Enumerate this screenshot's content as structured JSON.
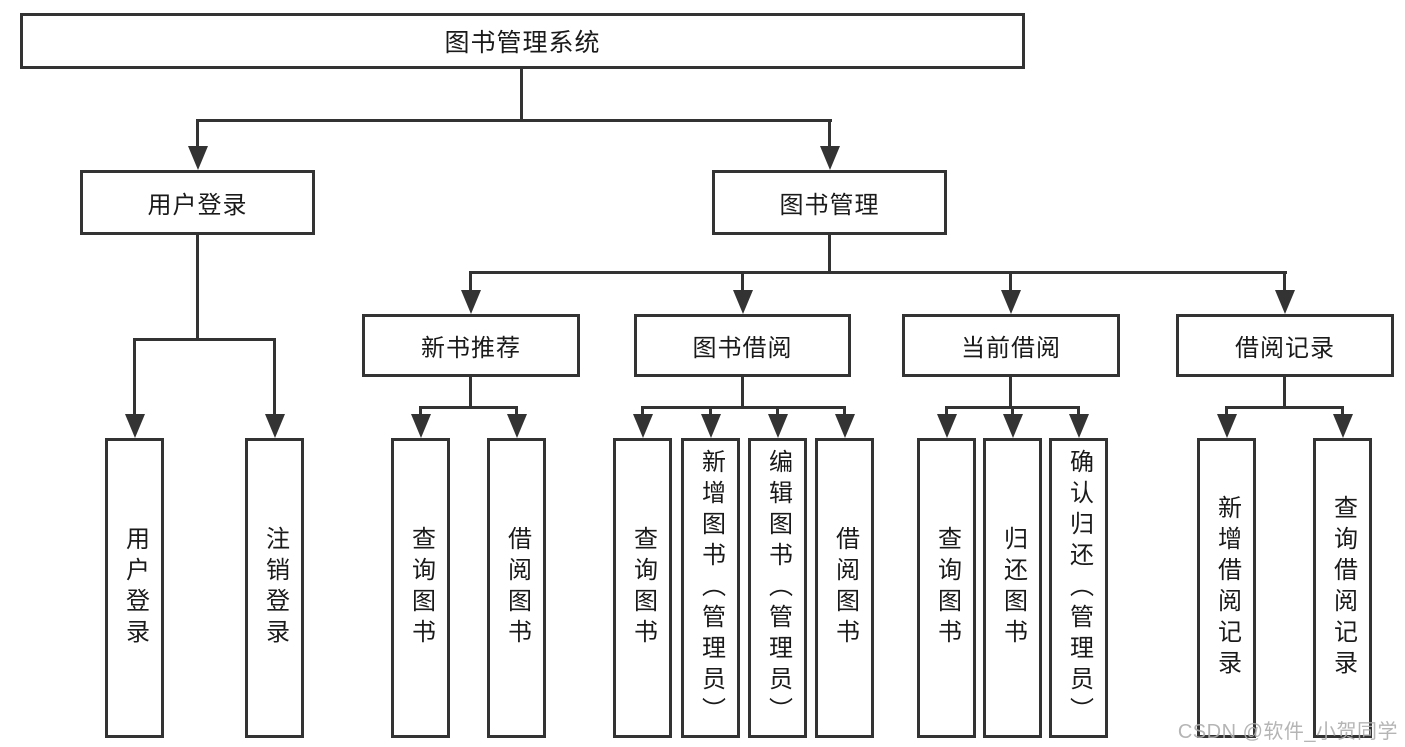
{
  "tree": {
    "root": {
      "label": "图书管理系统",
      "children": [
        {
          "label": "用户登录",
          "children": [
            {
              "label": "用户登录"
            },
            {
              "label": "注销登录"
            }
          ]
        },
        {
          "label": "图书管理",
          "children": [
            {
              "label": "新书推荐",
              "children": [
                {
                  "label": "查询图书"
                },
                {
                  "label": "借阅图书"
                }
              ]
            },
            {
              "label": "图书借阅",
              "children": [
                {
                  "label": "查询图书"
                },
                {
                  "label": "新增图书（管理员）"
                },
                {
                  "label": "编辑图书（管理员）"
                },
                {
                  "label": "借阅图书"
                }
              ]
            },
            {
              "label": "当前借阅",
              "children": [
                {
                  "label": "查询图书"
                },
                {
                  "label": "归还图书"
                },
                {
                  "label": "确认归还（管理员）"
                }
              ]
            },
            {
              "label": "借阅记录",
              "children": [
                {
                  "label": "新增借阅记录"
                },
                {
                  "label": "查询借阅记录"
                }
              ]
            }
          ]
        }
      ]
    }
  },
  "watermark": {
    "text": "CSDN @软件_小贺同学"
  },
  "colors": {
    "line": "#333333",
    "text": "#1a1a1a",
    "background": "#ffffff",
    "watermark": "#adadad"
  }
}
